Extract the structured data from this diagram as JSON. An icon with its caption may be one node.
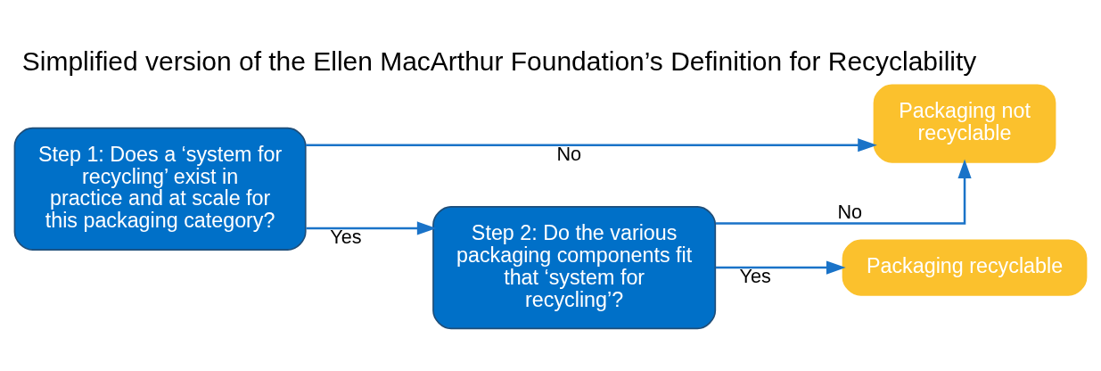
{
  "diagram": {
    "title": "Simplified version of the Ellen MacArthur Foundation’s Definition for Recyclability",
    "nodes": [
      {
        "text": [
          "Step 1: Does a ‘system for recycling’ exist in practice and at scale for this packaging category?"
        ]
      },
      {
        "text": [
          "Step 2: Do the various packaging components fit that ‘system for recycling’?"
        ]
      },
      {
        "text": [
          "Packaging not recyclable"
        ]
      },
      {
        "text": [
          "Packaging recyclable"
        ]
      }
    ],
    "edges": [
      {
        "from": 0,
        "to": 2,
        "arrow": "to",
        "label": "No"
      },
      {
        "from": 0,
        "to": 1,
        "arrow": "to",
        "label": "Yes"
      },
      {
        "from": 1,
        "to": 2,
        "arrow": "to",
        "label": "No"
      },
      {
        "from": 1,
        "to": 3,
        "arrow": "to",
        "label": "Yes"
      }
    ]
  }
}
